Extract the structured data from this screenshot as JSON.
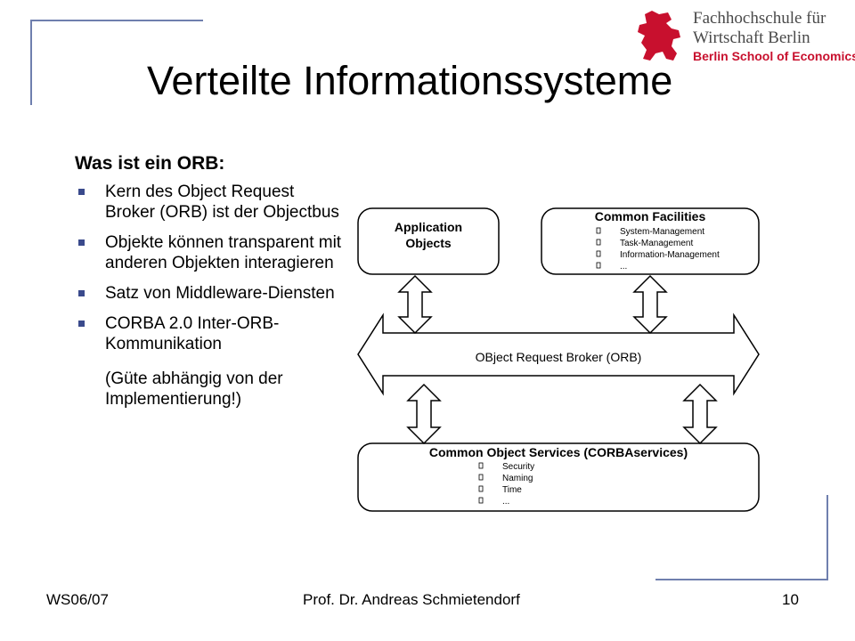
{
  "title": "Verteilte Informationssysteme",
  "logo": {
    "line1": "Fachhochschule für",
    "line2": "Wirtschaft Berlin",
    "line3": "Berlin School of Economics",
    "mark_icon": "bear-icon",
    "accent_color": "#c8102e"
  },
  "content": {
    "subheading": "Was ist ein ORB:",
    "bullets": [
      "Kern des Object Request Broker (ORB) ist der Objectbus",
      "Objekte können transparent mit anderen Objekten interagieren",
      "Satz von Middleware-Diensten",
      "CORBA 2.0 Inter-ORB-Kommunikation"
    ],
    "note": "(Güte abhängig von der Implementierung!)"
  },
  "diagram": {
    "app_objects": [
      "Application",
      "Objects"
    ],
    "common_facilities": {
      "title": "Common Facilities",
      "items": [
        "System-Management",
        "Task-Management",
        "Information-Management",
        "..."
      ]
    },
    "orb_label": "OBject Request Broker (ORB)",
    "common_object_services": {
      "title": "Common Object Services (CORBAservices)",
      "items": [
        "Security",
        "Naming",
        "Time",
        "..."
      ]
    }
  },
  "footer": {
    "left": "WS06/07",
    "center": "Prof. Dr. Andreas Schmietendorf",
    "page": "10"
  },
  "colors": {
    "decoration_lines": "#6f7fae",
    "bullet": "#3a4a8c"
  }
}
